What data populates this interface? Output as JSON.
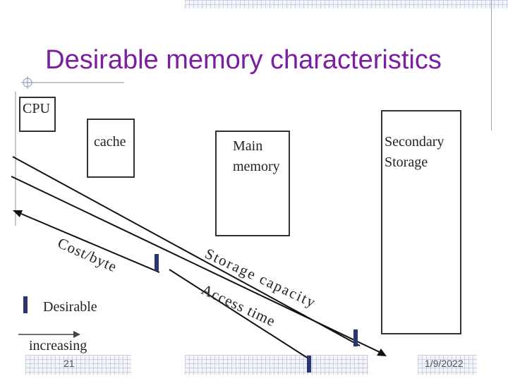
{
  "slide": {
    "title": "Desirable memory characteristics",
    "boxes": {
      "cpu": "CPU",
      "cache": "cache",
      "main_memory": [
        "Main",
        "memory"
      ],
      "secondary_storage": [
        "Secondary",
        "Storage"
      ]
    },
    "arrow_labels": {
      "cost_per_byte": "Cost/byte",
      "storage_capacity": "Storage capacity",
      "access_time": "Access time"
    },
    "legend": {
      "desirable": "Desirable",
      "increasing": "increasing"
    },
    "footer": {
      "slide_number": "21",
      "date": "1/9/2022"
    }
  },
  "colors": {
    "title": "#7a1fa2",
    "marker": "#2b3570",
    "line": "#111111"
  }
}
